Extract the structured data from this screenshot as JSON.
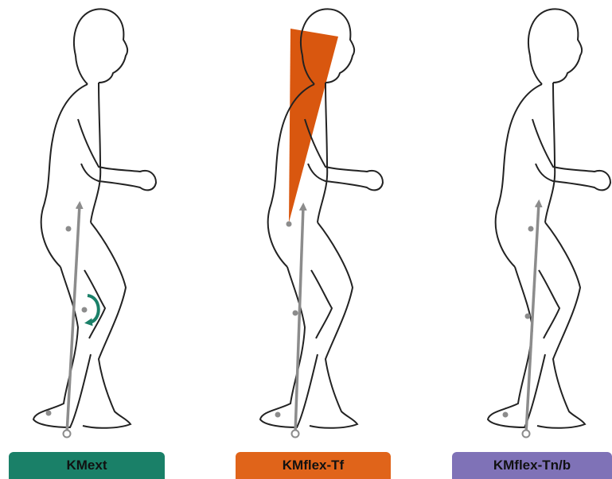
{
  "panels": [
    {
      "label": "KMext",
      "color": "#1a8068"
    },
    {
      "label": "KMflex-Tf",
      "color": "#e0641a"
    },
    {
      "label": "KMflex-Tn/b",
      "color": "#7f72b7"
    }
  ],
  "colors": {
    "outline": "#222222",
    "arrow": "#8c8c8c",
    "marker": "#8c8c8c",
    "moment": "#1a8068",
    "wedge": "#d9570f"
  },
  "icons": [
    "child-figure",
    "ground-reaction-arrow",
    "knee-moment-arrow-icon",
    "trunk-wedge"
  ]
}
